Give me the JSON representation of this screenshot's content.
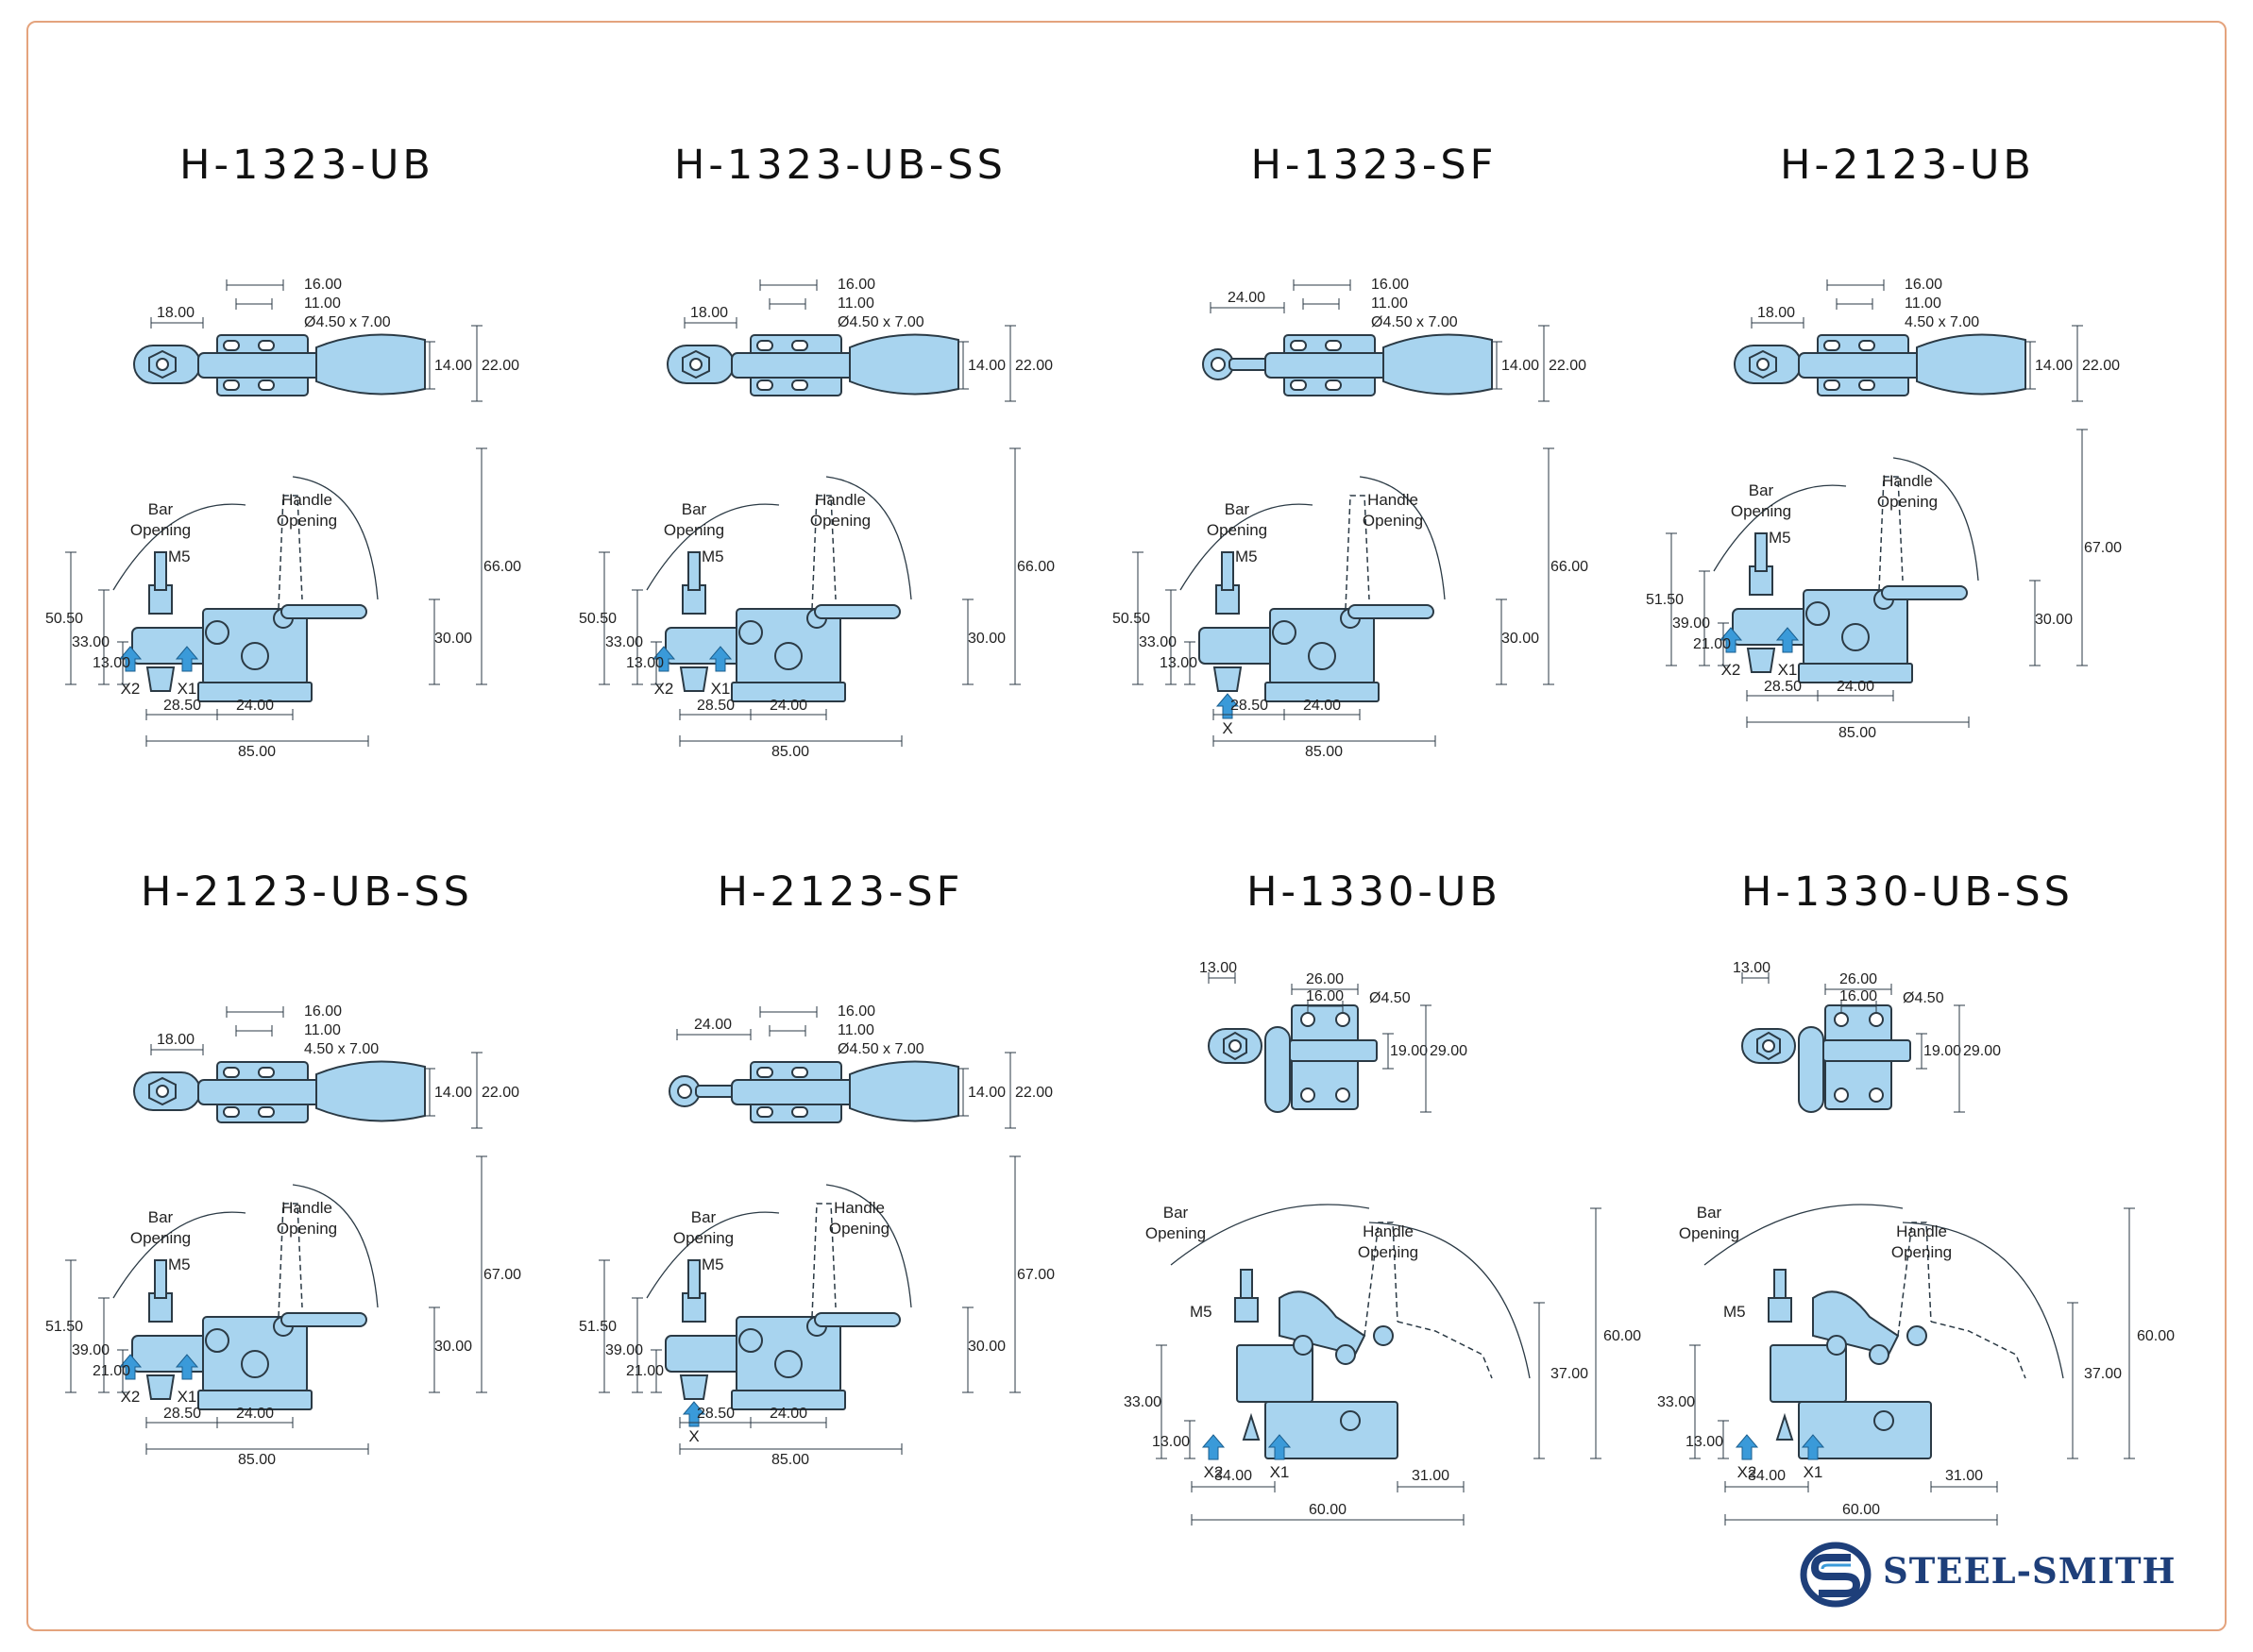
{
  "diagrams": [
    {
      "model": "H-1323-UB",
      "variant": "ub",
      "top_dims": [
        "18.00",
        "16.00",
        "11.00",
        "Ø4.50 x 7.00",
        "14.00",
        "22.00"
      ],
      "side_dims": {
        "left_outer": "50.50",
        "left_mid": "33.00",
        "left_low": "13.00",
        "right_outer": "66.00",
        "right_inner": "30.00",
        "bottom_a": "28.50",
        "bottom_b": "24.00",
        "overall": "85.00"
      },
      "labels": {
        "bar": "Bar\nOpening",
        "handle": "Handle\nOpening",
        "thread": "M5",
        "arrow_a": "X2",
        "arrow_b": "X1"
      }
    },
    {
      "model": "H-1323-UB-SS",
      "variant": "ub",
      "top_dims": [
        "18.00",
        "16.00",
        "11.00",
        "Ø4.50 x 7.00",
        "14.00",
        "22.00"
      ],
      "side_dims": {
        "left_outer": "50.50",
        "left_mid": "33.00",
        "left_low": "13.00",
        "right_outer": "66.00",
        "right_inner": "30.00",
        "bottom_a": "28.50",
        "bottom_b": "24.00",
        "overall": "85.00"
      },
      "labels": {
        "bar": "Bar\nOpening",
        "handle": "Handle\nOpening",
        "thread": "M5",
        "arrow_a": "X2",
        "arrow_b": "X1"
      }
    },
    {
      "model": "H-1323-SF",
      "variant": "sf",
      "top_dims": [
        "24.00",
        "16.00",
        "11.00",
        "Ø4.50 x 7.00",
        "14.00",
        "22.00"
      ],
      "side_dims": {
        "left_outer": "50.50",
        "left_mid": "33.00",
        "left_low": "13.00",
        "right_outer": "66.00",
        "right_inner": "30.00",
        "bottom_a": "28.50",
        "bottom_b": "24.00",
        "overall": "85.00"
      },
      "labels": {
        "bar": "Bar\nOpening",
        "handle": "Handle\nOpening",
        "thread": "M5",
        "arrow_a": "X",
        "arrow_b": ""
      }
    },
    {
      "model": "H-2123-UB",
      "variant": "ub2",
      "top_dims": [
        "18.00",
        "16.00",
        "11.00",
        "4.50 x 7.00",
        "14.00",
        "22.00"
      ],
      "side_dims": {
        "left_outer": "51.50",
        "left_mid": "39.00",
        "left_low": "21.00",
        "right_outer": "67.00",
        "right_inner": "30.00",
        "bottom_a": "28.50",
        "bottom_b": "24.00",
        "overall": "85.00"
      },
      "labels": {
        "bar": "Bar\nOpening",
        "handle": "Handle\nOpening",
        "thread": "M5",
        "arrow_a": "X2",
        "arrow_b": "X1"
      }
    },
    {
      "model": "H-2123-UB-SS",
      "variant": "ub2",
      "top_dims": [
        "18.00",
        "16.00",
        "11.00",
        "4.50 x 7.00",
        "14.00",
        "22.00"
      ],
      "side_dims": {
        "left_outer": "51.50",
        "left_mid": "39.00",
        "left_low": "21.00",
        "right_outer": "67.00",
        "right_inner": "30.00",
        "bottom_a": "28.50",
        "bottom_b": "24.00",
        "overall": "85.00"
      },
      "labels": {
        "bar": "Bar\nOpening",
        "handle": "Handle\nOpening",
        "thread": "M5",
        "arrow_a": "X2",
        "arrow_b": "X1"
      }
    },
    {
      "model": "H-2123-SF",
      "variant": "sf2",
      "top_dims": [
        "24.00",
        "16.00",
        "11.00",
        "Ø4.50 x 7.00",
        "14.00",
        "22.00"
      ],
      "side_dims": {
        "left_outer": "51.50",
        "left_mid": "39.00",
        "left_low": "21.00",
        "right_outer": "67.00",
        "right_inner": "30.00",
        "bottom_a": "28.50",
        "bottom_b": "24.00",
        "overall": "85.00"
      },
      "labels": {
        "bar": "Bar\nOpening",
        "handle": "Handle\nOpening",
        "thread": "M5",
        "arrow_a": "X",
        "arrow_b": ""
      }
    },
    {
      "model": "H-1330-UB",
      "variant": "h1330",
      "top_dims": [
        "13.00",
        "26.00",
        "16.00",
        "Ø4.50",
        "19.00",
        "29.00"
      ],
      "side_dims": {
        "left_outer": "33.00",
        "left_mid": "",
        "left_low": "13.00",
        "right_outer": "60.00",
        "right_inner": "37.00",
        "bottom_a": "34.00",
        "bottom_b": "31.00",
        "overall": "60.00"
      },
      "labels": {
        "bar": "Bar\nOpening",
        "handle": "Handle\nOpening",
        "thread": "M5",
        "arrow_a": "X2",
        "arrow_b": "X1"
      }
    },
    {
      "model": "H-1330-UB-SS",
      "variant": "h1330",
      "top_dims": [
        "13.00",
        "26.00",
        "16.00",
        "Ø4.50",
        "19.00",
        "29.00"
      ],
      "side_dims": {
        "left_outer": "33.00",
        "left_mid": "",
        "left_low": "13.00",
        "right_outer": "60.00",
        "right_inner": "37.00",
        "bottom_a": "34.00",
        "bottom_b": "31.00",
        "overall": "60.00"
      },
      "labels": {
        "bar": "Bar\nOpening",
        "handle": "Handle\nOpening",
        "thread": "M5",
        "arrow_a": "X2",
        "arrow_b": "X1"
      }
    }
  ],
  "brand": {
    "name": "STEEL-SMITH"
  },
  "colors": {
    "part_fill": "#a8d4ef",
    "outline": "#2b3a45",
    "arrow": "#3a9ad9",
    "frame_border": "#e4a37d",
    "brand": "#1e3f7a"
  }
}
